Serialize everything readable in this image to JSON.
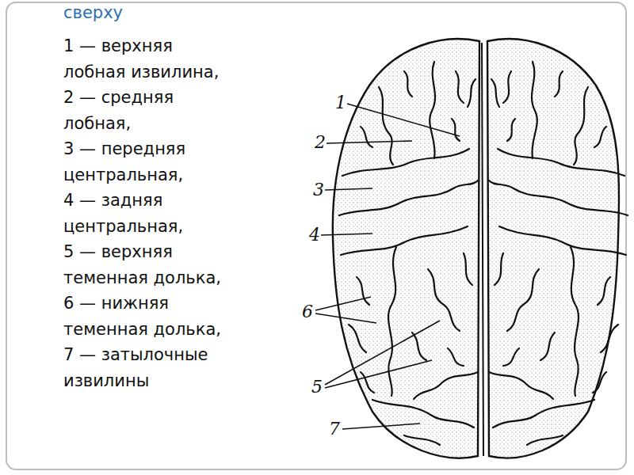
{
  "diagram": {
    "title": "сверху",
    "labels": [
      "1 — верхняя лобная извилина,",
      "2 — средняя лобная,",
      "3 — передняя центральная,",
      "4 — задняя центральная,",
      "5 — верхняя теменная долька,",
      "6 — нижняя теменная долька,",
      "7 — затылочные извилины",
      "1",
      "2",
      "3",
      "4",
      "6",
      "5",
      "7"
    ]
  }
}
